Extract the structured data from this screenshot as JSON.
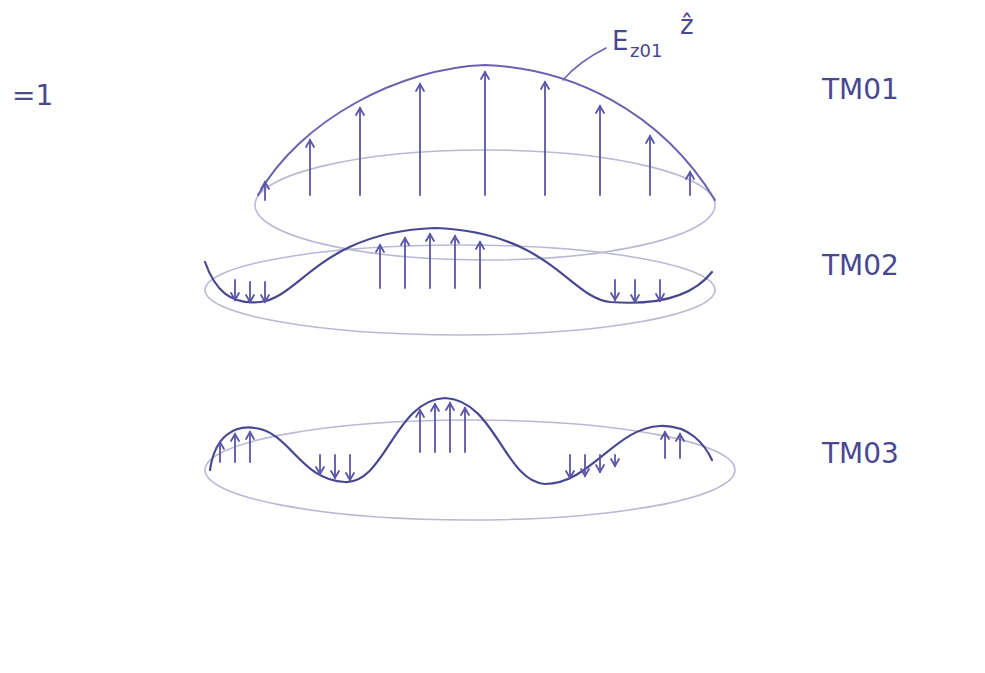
{
  "diagram": {
    "labels": [
      "=1",
      "E",
      "z01",
      "ẑ",
      "TM01",
      "TM02",
      "TM03"
    ]
  }
}
